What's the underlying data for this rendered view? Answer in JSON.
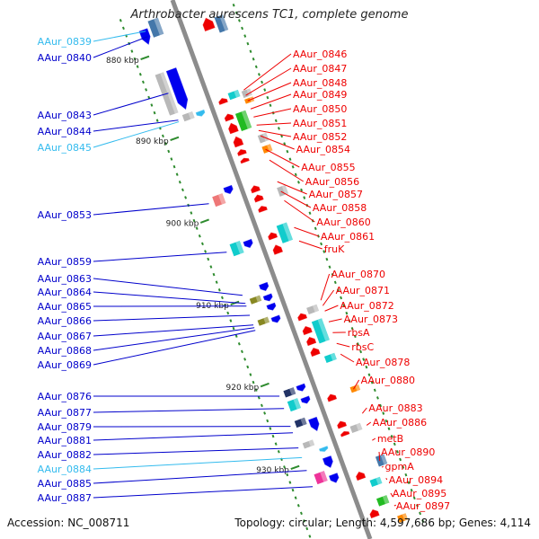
{
  "title": "Arthrobacter aurescens TC1, complete genome",
  "footer": {
    "accession": "Accession: NC_008711",
    "stats": "Topology: circular; Length: 4,597,686 bp; Genes: 4,114"
  },
  "colors": {
    "axis": "#8c8c8c",
    "tick": "#2e8b2e",
    "left_label": "#0000cc",
    "left_label_light": "#33bbee",
    "right_label": "#ee0000",
    "strand_plus": "#0000ee",
    "strand_minus": "#ee0000",
    "cyan": "#11cccc",
    "gray": "#b8b8b8",
    "green": "#22bb22",
    "orange": "#ff8800",
    "pink": "#ee7777",
    "navy": "#223366",
    "magenta": "#ee3399",
    "olive": "#888822",
    "steel": "#4477aa"
  },
  "kbp_labels": [
    {
      "text": "880 kbp",
      "frac": 0.078
    },
    {
      "text": "890 kbp",
      "frac": 0.228
    },
    {
      "text": "900 kbp",
      "frac": 0.381
    },
    {
      "text": "910 kbp",
      "frac": 0.533
    },
    {
      "text": "920 kbp",
      "frac": 0.685
    },
    {
      "text": "930 kbp",
      "frac": 0.838
    }
  ],
  "left_labels": [
    {
      "text": "AAur_0839",
      "tone": "light"
    },
    {
      "text": "AAur_0840",
      "tone": "dark"
    },
    {
      "text": "AAur_0843",
      "tone": "dark"
    },
    {
      "text": "AAur_0844",
      "tone": "dark"
    },
    {
      "text": "AAur_0845",
      "tone": "light"
    },
    {
      "text": "AAur_0853",
      "tone": "dark"
    },
    {
      "text": "AAur_0859",
      "tone": "dark"
    },
    {
      "text": "AAur_0863",
      "tone": "dark"
    },
    {
      "text": "AAur_0864",
      "tone": "dark"
    },
    {
      "text": "AAur_0865",
      "tone": "dark"
    },
    {
      "text": "AAur_0866",
      "tone": "dark"
    },
    {
      "text": "AAur_0867",
      "tone": "dark"
    },
    {
      "text": "AAur_0868",
      "tone": "dark"
    },
    {
      "text": "AAur_0869",
      "tone": "dark"
    },
    {
      "text": "AAur_0876",
      "tone": "dark"
    },
    {
      "text": "AAur_0877",
      "tone": "dark"
    },
    {
      "text": "AAur_0879",
      "tone": "dark"
    },
    {
      "text": "AAur_0881",
      "tone": "dark"
    },
    {
      "text": "AAur_0882",
      "tone": "dark"
    },
    {
      "text": "AAur_0884",
      "tone": "light"
    },
    {
      "text": "AAur_0885",
      "tone": "dark"
    },
    {
      "text": "AAur_0887",
      "tone": "dark"
    }
  ],
  "right_labels": [
    "AAur_0846",
    "AAur_0847",
    "AAur_0848",
    "AAur_0849",
    "AAur_0850",
    "AAur_0851",
    "AAur_0852",
    "AAur_0854",
    "AAur_0855",
    "AAur_0856",
    "AAur_0857",
    "AAur_0858",
    "AAur_0860",
    "AAur_0861",
    "fruK",
    "AAur_0870",
    "AAur_0871",
    "AAur_0872",
    "AAur_0873",
    "rbsA",
    "rbsC",
    "AAur_0878",
    "AAur_0880",
    "AAur_0883",
    "AAur_0886",
    "metB",
    "AAur_0890",
    "gpmA",
    "AAur_0894",
    "AAur_0895",
    "AAur_0897"
  ],
  "genes": [
    {
      "frac": 0.035,
      "side": "left",
      "lane": 1,
      "len": 0.03,
      "color": "steel"
    },
    {
      "frac": 0.045,
      "side": "left",
      "lane": 2,
      "len": 0.028,
      "color": "strand_plus",
      "arrow": true
    },
    {
      "frac": 0.06,
      "side": "right",
      "lane": 1,
      "len": 0.022,
      "color": "strand_minus",
      "arrow": true
    },
    {
      "frac": 0.068,
      "side": "right",
      "lane": 2,
      "len": 0.028,
      "color": "steel"
    },
    {
      "frac": 0.15,
      "side": "left",
      "lane": 2,
      "len": 0.075,
      "color": "gray"
    },
    {
      "frac": 0.15,
      "side": "left",
      "lane": 1,
      "len": 0.075,
      "color": "strand_plus",
      "arrow": true
    },
    {
      "frac": 0.2,
      "side": "left",
      "lane": 1,
      "len": 0.012,
      "color": "gray"
    },
    {
      "frac": 0.203,
      "side": "left",
      "lane": 0,
      "len": 0.01,
      "color": "left_label_light",
      "arrow": true
    },
    {
      "frac": 0.195,
      "side": "right",
      "lane": 0,
      "len": 0.01,
      "color": "strand_minus",
      "arrow": true
    },
    {
      "frac": 0.192,
      "side": "right",
      "lane": 1,
      "len": 0.012,
      "color": "cyan"
    },
    {
      "frac": 0.197,
      "side": "right",
      "lane": 2,
      "len": 0.012,
      "color": "gray"
    },
    {
      "frac": 0.21,
      "side": "right",
      "lane": 2,
      "len": 0.008,
      "color": "orange"
    },
    {
      "frac": 0.225,
      "side": "right",
      "lane": 0,
      "len": 0.012,
      "color": "strand_minus",
      "arrow": true
    },
    {
      "frac": 0.24,
      "side": "right",
      "lane": 1,
      "len": 0.032,
      "color": "green"
    },
    {
      "frac": 0.245,
      "side": "right",
      "lane": 0,
      "len": 0.018,
      "color": "strand_minus",
      "arrow": true
    },
    {
      "frac": 0.27,
      "side": "right",
      "lane": 0,
      "len": 0.018,
      "color": "strand_minus",
      "arrow": true
    },
    {
      "frac": 0.28,
      "side": "right",
      "lane": 2,
      "len": 0.014,
      "color": "gray"
    },
    {
      "frac": 0.3,
      "side": "right",
      "lane": 2,
      "len": 0.012,
      "color": "orange"
    },
    {
      "frac": 0.29,
      "side": "right",
      "lane": 0,
      "len": 0.01,
      "color": "strand_minus",
      "arrow": true
    },
    {
      "frac": 0.305,
      "side": "right",
      "lane": 0,
      "len": 0.008,
      "color": "strand_minus",
      "arrow": true
    },
    {
      "frac": 0.355,
      "side": "left",
      "lane": 1,
      "len": 0.018,
      "color": "pink"
    },
    {
      "frac": 0.345,
      "side": "left",
      "lane": 0,
      "len": 0.014,
      "color": "strand_plus",
      "arrow": true
    },
    {
      "frac": 0.358,
      "side": "right",
      "lane": 0,
      "len": 0.012,
      "color": "strand_minus",
      "arrow": true
    },
    {
      "frac": 0.375,
      "side": "right",
      "lane": 0,
      "len": 0.012,
      "color": "strand_minus",
      "arrow": true
    },
    {
      "frac": 0.378,
      "side": "right",
      "lane": 2,
      "len": 0.016,
      "color": "gray"
    },
    {
      "frac": 0.395,
      "side": "right",
      "lane": 0,
      "len": 0.01,
      "color": "strand_minus",
      "arrow": true
    },
    {
      "frac": 0.445,
      "side": "left",
      "lane": 1,
      "len": 0.022,
      "color": "cyan"
    },
    {
      "frac": 0.445,
      "side": "left",
      "lane": 0,
      "len": 0.014,
      "color": "strand_plus",
      "arrow": true
    },
    {
      "frac": 0.445,
      "side": "right",
      "lane": 0,
      "len": 0.012,
      "color": "strand_minus",
      "arrow": true
    },
    {
      "frac": 0.448,
      "side": "right",
      "lane": 1,
      "len": 0.032,
      "color": "cyan"
    },
    {
      "frac": 0.47,
      "side": "right",
      "lane": 0,
      "len": 0.016,
      "color": "strand_minus",
      "arrow": true
    },
    {
      "frac": 0.525,
      "side": "left",
      "lane": 0,
      "len": 0.014,
      "color": "strand_plus",
      "arrow": true
    },
    {
      "frac": 0.54,
      "side": "left",
      "lane": 1,
      "len": 0.01,
      "color": "olive"
    },
    {
      "frac": 0.545,
      "side": "left",
      "lane": 0,
      "len": 0.012,
      "color": "strand_plus",
      "arrow": true
    },
    {
      "frac": 0.562,
      "side": "left",
      "lane": 0,
      "len": 0.012,
      "color": "strand_plus",
      "arrow": true
    },
    {
      "frac": 0.58,
      "side": "left",
      "lane": 1,
      "len": 0.01,
      "color": "olive"
    },
    {
      "frac": 0.585,
      "side": "left",
      "lane": 0,
      "len": 0.012,
      "color": "strand_plus",
      "arrow": true
    },
    {
      "frac": 0.59,
      "side": "right",
      "lane": 1,
      "len": 0.012,
      "color": "gray"
    },
    {
      "frac": 0.595,
      "side": "right",
      "lane": 0,
      "len": 0.012,
      "color": "strand_minus",
      "arrow": true
    },
    {
      "frac": 0.63,
      "side": "right",
      "lane": 1,
      "len": 0.04,
      "color": "cyan"
    },
    {
      "frac": 0.62,
      "side": "right",
      "lane": 0,
      "len": 0.014,
      "color": "strand_minus",
      "arrow": true
    },
    {
      "frac": 0.64,
      "side": "right",
      "lane": 0,
      "len": 0.014,
      "color": "strand_minus",
      "arrow": true
    },
    {
      "frac": 0.66,
      "side": "right",
      "lane": 0,
      "len": 0.014,
      "color": "strand_minus",
      "arrow": true
    },
    {
      "frac": 0.68,
      "side": "right",
      "lane": 1,
      "len": 0.012,
      "color": "cyan"
    },
    {
      "frac": 0.712,
      "side": "left",
      "lane": 1,
      "len": 0.012,
      "color": "navy"
    },
    {
      "frac": 0.712,
      "side": "left",
      "lane": 0,
      "len": 0.012,
      "color": "strand_plus",
      "arrow": true
    },
    {
      "frac": 0.735,
      "side": "left",
      "lane": 1,
      "len": 0.018,
      "color": "cyan"
    },
    {
      "frac": 0.735,
      "side": "left",
      "lane": 0,
      "len": 0.012,
      "color": "strand_plus",
      "arrow": true
    },
    {
      "frac": 0.745,
      "side": "right",
      "lane": 2,
      "len": 0.01,
      "color": "orange"
    },
    {
      "frac": 0.745,
      "side": "right",
      "lane": 0,
      "len": 0.012,
      "color": "strand_minus",
      "arrow": true
    },
    {
      "frac": 0.768,
      "side": "left",
      "lane": 1,
      "len": 0.012,
      "color": "navy"
    },
    {
      "frac": 0.78,
      "side": "left",
      "lane": 0,
      "len": 0.024,
      "color": "strand_plus",
      "arrow": true
    },
    {
      "frac": 0.795,
      "side": "right",
      "lane": 0,
      "len": 0.012,
      "color": "strand_minus",
      "arrow": true
    },
    {
      "frac": 0.808,
      "side": "left",
      "lane": 1,
      "len": 0.01,
      "color": "gray"
    },
    {
      "frac": 0.81,
      "side": "right",
      "lane": 1,
      "len": 0.012,
      "color": "gray"
    },
    {
      "frac": 0.812,
      "side": "right",
      "lane": 0,
      "len": 0.008,
      "color": "strand_minus",
      "arrow": true
    },
    {
      "frac": 0.826,
      "side": "left",
      "lane": 0,
      "len": 0.008,
      "color": "left_label_light",
      "arrow": true
    },
    {
      "frac": 0.85,
      "side": "left",
      "lane": 0,
      "len": 0.02,
      "color": "strand_plus",
      "arrow": true
    },
    {
      "frac": 0.87,
      "side": "left",
      "lane": 1,
      "len": 0.018,
      "color": "magenta"
    },
    {
      "frac": 0.88,
      "side": "left",
      "lane": 0,
      "len": 0.016,
      "color": "strand_plus",
      "arrow": true
    },
    {
      "frac": 0.878,
      "side": "right",
      "lane": 2,
      "len": 0.018,
      "color": "steel"
    },
    {
      "frac": 0.89,
      "side": "right",
      "lane": 0,
      "len": 0.014,
      "color": "strand_minus",
      "arrow": true
    },
    {
      "frac": 0.91,
      "side": "right",
      "lane": 1,
      "len": 0.012,
      "color": "cyan"
    },
    {
      "frac": 0.945,
      "side": "right",
      "lane": 1,
      "len": 0.014,
      "color": "green"
    },
    {
      "frac": 0.96,
      "side": "right",
      "lane": 0,
      "len": 0.014,
      "color": "strand_minus",
      "arrow": true
    },
    {
      "frac": 0.985,
      "side": "right",
      "lane": 2,
      "len": 0.012,
      "color": "orange"
    }
  ]
}
